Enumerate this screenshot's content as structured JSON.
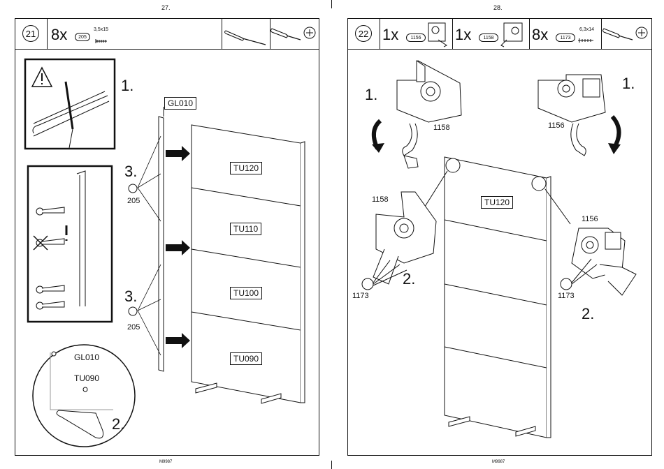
{
  "left_page": {
    "page_number": "27.",
    "footer": "M9987",
    "step": {
      "number": "21",
      "parts": [
        {
          "qty": "8x",
          "code": "205",
          "size": "3,5x15"
        }
      ],
      "tools": [
        "flat-screwdriver",
        "phillips-screwdriver"
      ]
    },
    "labels": {
      "note_step": "1.",
      "screw_step_a": "3.",
      "screw_code_a": "205",
      "screw_step_b": "3.",
      "screw_code_b": "205",
      "strip_code": "GL010",
      "detail_strip": "GL010",
      "detail_panel": "TU090",
      "detail_step": "2."
    },
    "panels": [
      "TU120",
      "TU110",
      "TU100",
      "TU090"
    ]
  },
  "right_page": {
    "page_number": "28.",
    "footer": "M9987",
    "step": {
      "number": "22",
      "parts": [
        {
          "qty": "1x",
          "code": "1156",
          "size": ""
        },
        {
          "qty": "1x",
          "code": "1158",
          "size": ""
        },
        {
          "qty": "8x",
          "code": "1173",
          "size": "6,3x14"
        }
      ],
      "tools": [
        "phillips-screwdriver"
      ]
    },
    "labels": {
      "top_left_step": "1.",
      "top_left_code": "1158",
      "top_right_step": "1.",
      "top_right_code": "1156",
      "left_hinge_code": "1158",
      "left_screw_code": "1173",
      "left_step": "2.",
      "right_hinge_code": "1156",
      "right_screw_code": "1173",
      "right_step": "2."
    },
    "panel": "TU120"
  }
}
